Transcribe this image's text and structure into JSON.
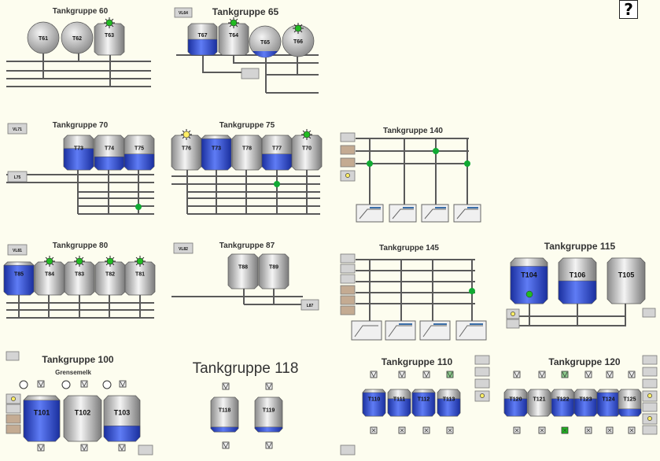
{
  "help": {
    "label": "?"
  },
  "groups": {
    "g60": {
      "title": "Tankgruppe 60",
      "tanks": [
        "T61",
        "T62",
        "T63"
      ]
    },
    "g65": {
      "title": "Tankgruppe 65",
      "tanks": [
        "T67",
        "T64",
        "T65",
        "T66"
      ],
      "valve": "VL64"
    },
    "g70": {
      "title": "Tankgruppe 70",
      "tanks": [
        "T73",
        "T74",
        "T75"
      ],
      "valve": "VL71",
      "loop": "L75"
    },
    "g75": {
      "title": "Tankgruppe 75",
      "tanks": [
        "T76",
        "T73",
        "T78",
        "T77",
        "T70"
      ]
    },
    "g140": {
      "title": "Tankgruppe 140"
    },
    "g80": {
      "title": "Tankgruppe 80",
      "tanks": [
        "T85",
        "T84",
        "T83",
        "T82",
        "T81"
      ],
      "valve": "VL81"
    },
    "g87": {
      "title": "Tankgruppe 87",
      "tanks": [
        "T88",
        "T89"
      ],
      "valve": "VL82",
      "loop": "L87"
    },
    "g145": {
      "title": "Tankgruppe 145"
    },
    "g115": {
      "title": "Tankgruppe 115",
      "tanks": [
        "T104",
        "T106",
        "T105"
      ]
    },
    "g100": {
      "title": "Tankgruppe 100",
      "subtitle": "Grensemelk",
      "tanks": [
        "T101",
        "T102",
        "T103"
      ]
    },
    "g118": {
      "title": "Tankgruppe 118",
      "tanks": [
        "T118",
        "T119"
      ]
    },
    "g110": {
      "title": "Tankgruppe 110",
      "tanks": [
        "T110",
        "T111",
        "T112",
        "T113"
      ]
    },
    "g120": {
      "title": "Tankgruppe 120",
      "tanks": [
        "T120",
        "T121",
        "T122",
        "T123",
        "T124",
        "T125"
      ]
    }
  },
  "colors": {
    "background": "#fdfdef",
    "tank_fill": "#2a4fd6",
    "active_lamp": "#22bb22",
    "warn_lamp": "#ffee66",
    "pipe": "#5a5a5a",
    "junction": "#11aa33"
  }
}
